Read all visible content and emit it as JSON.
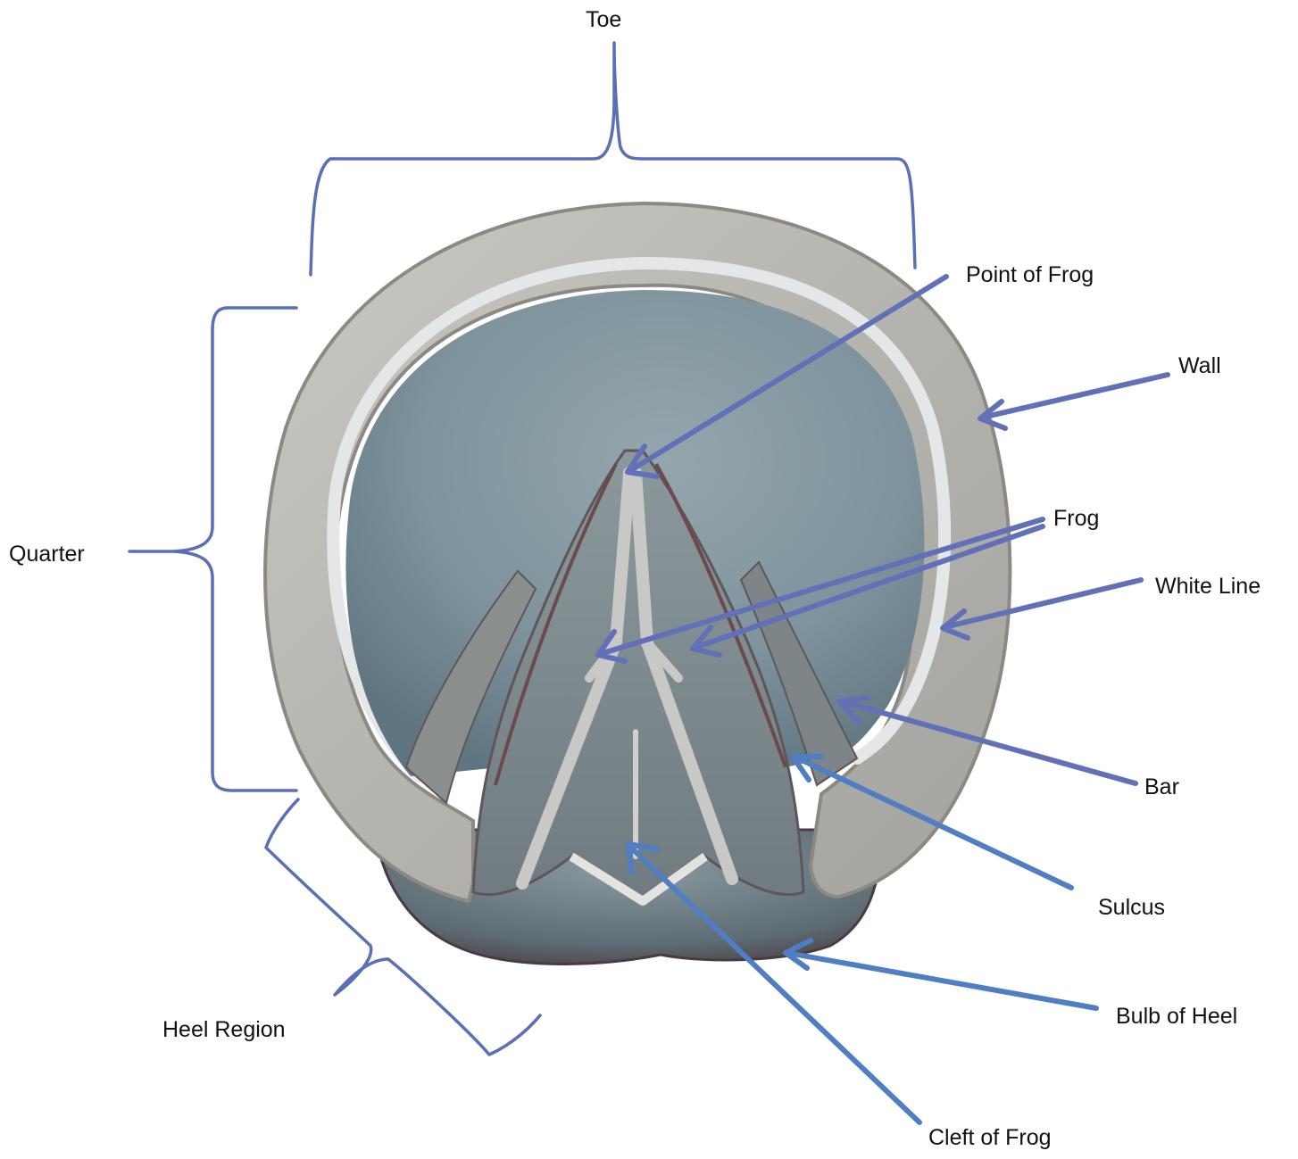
{
  "labels": {
    "toe": "Toe",
    "quarter": "Quarter",
    "heel_region": "Heel Region",
    "point_of_frog": "Point of Frog",
    "wall": "Wall",
    "frog": "Frog",
    "white_line": "White Line",
    "bar": "Bar",
    "sulcus": "Sulcus",
    "bulb_of_heel": "Bulb of Heel",
    "cleft_of_frog": "Cleft of Frog"
  },
  "colors": {
    "bracket": "#5b6fb5",
    "arrow_purple": "#6270b8",
    "arrow_blue": "#4f7fc2",
    "wall_outer": "#b9b8b3",
    "sole": "#8c9fa8",
    "frog": "#7e8c90",
    "bulb": "#5a5055"
  }
}
